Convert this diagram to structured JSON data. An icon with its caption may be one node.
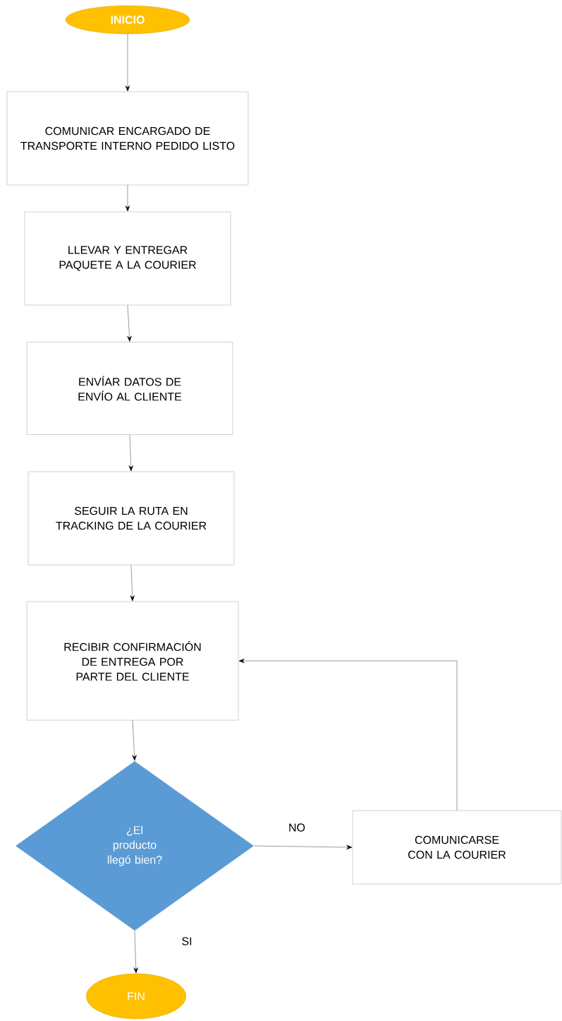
{
  "diagram": {
    "nodes": [
      {
        "text": [
          "INICIO"
        ]
      },
      {
        "text": [
          "COMUNICAR ENCARGADO DE TRANSPORTE INTERNO PEDIDO LISTO"
        ]
      },
      {
        "text": [
          "LLEVAR Y ENTREGAR PAQUETE A LA COURIER"
        ]
      },
      {
        "text": [
          "ENVÍAR DATOS DE ENVÍO AL CLIENTE"
        ]
      },
      {
        "text": [
          "SEGUIR LA RUTA EN TRACKING DE LA COURIER"
        ]
      },
      {
        "text": [
          "RECIBIR CONFIRMACIÓN DE ENTREGA POR PARTE DEL CLIENTE"
        ]
      },
      {
        "text": [
          "¿El producto llegó bien?"
        ]
      },
      {
        "text": [
          "COMUNICARSE CON LA COURIER"
        ]
      },
      {
        "text": [
          "FIN"
        ]
      }
    ],
    "edges": [
      {
        "from": 0,
        "to": 1,
        "arrow": "to"
      },
      {
        "from": 1,
        "to": 2,
        "arrow": "to"
      },
      {
        "from": 2,
        "to": 3,
        "arrow": "to"
      },
      {
        "from": 3,
        "to": 4,
        "arrow": "to"
      },
      {
        "from": 4,
        "to": 5,
        "arrow": "to"
      },
      {
        "from": 5,
        "to": 6,
        "arrow": "to"
      },
      {
        "from": 6,
        "to": 7,
        "arrow": "to",
        "label": "NO"
      },
      {
        "from": 7,
        "to": 5,
        "arrow": "to"
      },
      {
        "from": 6,
        "to": 8,
        "arrow": "to",
        "label": "SI"
      }
    ]
  }
}
